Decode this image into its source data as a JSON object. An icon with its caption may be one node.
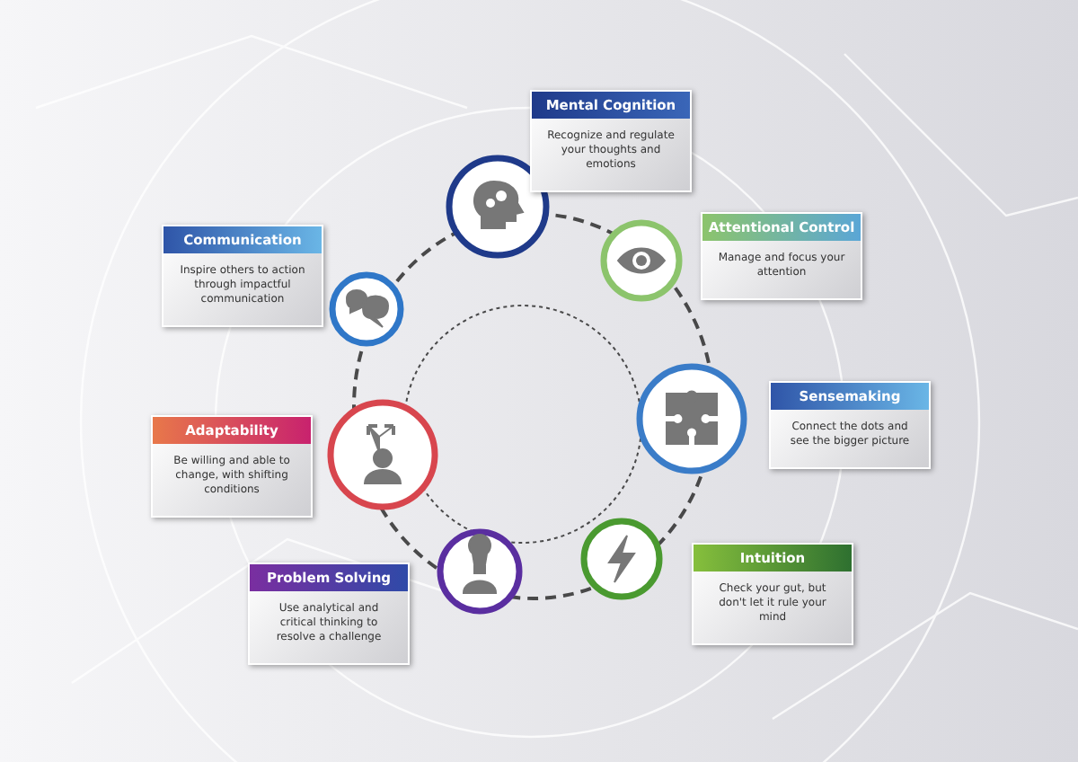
{
  "diagram": {
    "nodes": [
      {
        "text": [
          "Mental Cognition",
          "Recognize and regulate your thoughts and emotions"
        ]
      },
      {
        "text": [
          "Attentional Control",
          "Manage and focus your attention"
        ]
      },
      {
        "text": [
          "Communication",
          "Inspire others to action through impactful communication"
        ]
      },
      {
        "text": [
          "Sensemaking",
          "Connect the dots and see the bigger picture"
        ]
      },
      {
        "text": [
          "Adaptability",
          "Be willing and able to change, with shifting conditions"
        ]
      },
      {
        "text": [
          "Intuition",
          "Check your gut, but don't let it rule your mind"
        ]
      },
      {
        "text": [
          "Problem Solving",
          "Use analytical and critical thinking to resolve a challenge"
        ]
      }
    ]
  }
}
